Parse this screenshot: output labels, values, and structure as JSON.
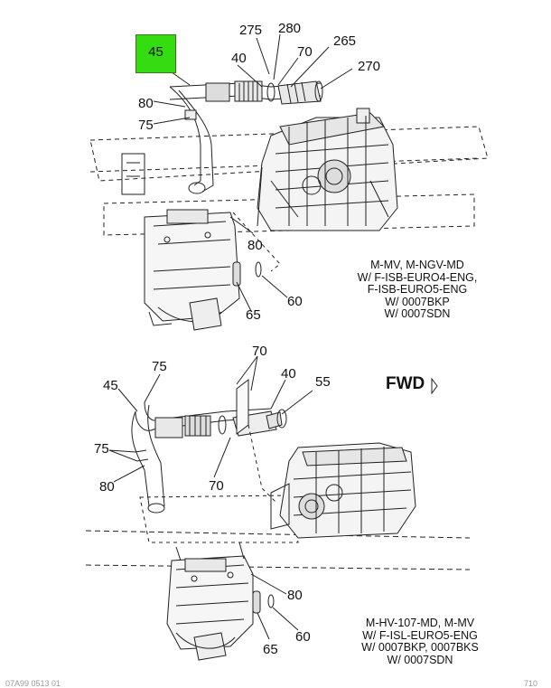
{
  "callouts_top": {
    "c45": "45",
    "c275": "275",
    "c280": "280",
    "c70": "70",
    "c265": "265",
    "c40": "40",
    "c270": "270",
    "c80a": "80",
    "c75": "75",
    "c80b": "80",
    "c60": "60",
    "c65": "65"
  },
  "caption_top": [
    "M-MV, M-NGV-MD",
    "W/ F-ISB-EURO4-ENG,",
    "F-ISB-EURO5-ENG",
    "W/ 0007BKP",
    "W/ 0007SDN"
  ],
  "callouts_bottom": {
    "c70top": "70",
    "c75": "75",
    "c45": "45",
    "c40": "40",
    "c55": "55",
    "c75b": "75",
    "c80a": "80",
    "c70mid": "70",
    "c80b": "80",
    "c60": "60",
    "c65": "65"
  },
  "fwd_label": "FWD",
  "caption_bottom": [
    "M-HV-107-MD, M-MV",
    "W/ F-ISL-EURO5-ENG",
    "W/ 0007BKP, 0007BKS",
    "W/ 0007SDN"
  ],
  "footer_left": "07A99 0513 01",
  "footer_right": "710",
  "colors": {
    "highlight": "#33dd11",
    "line": "#222222"
  }
}
